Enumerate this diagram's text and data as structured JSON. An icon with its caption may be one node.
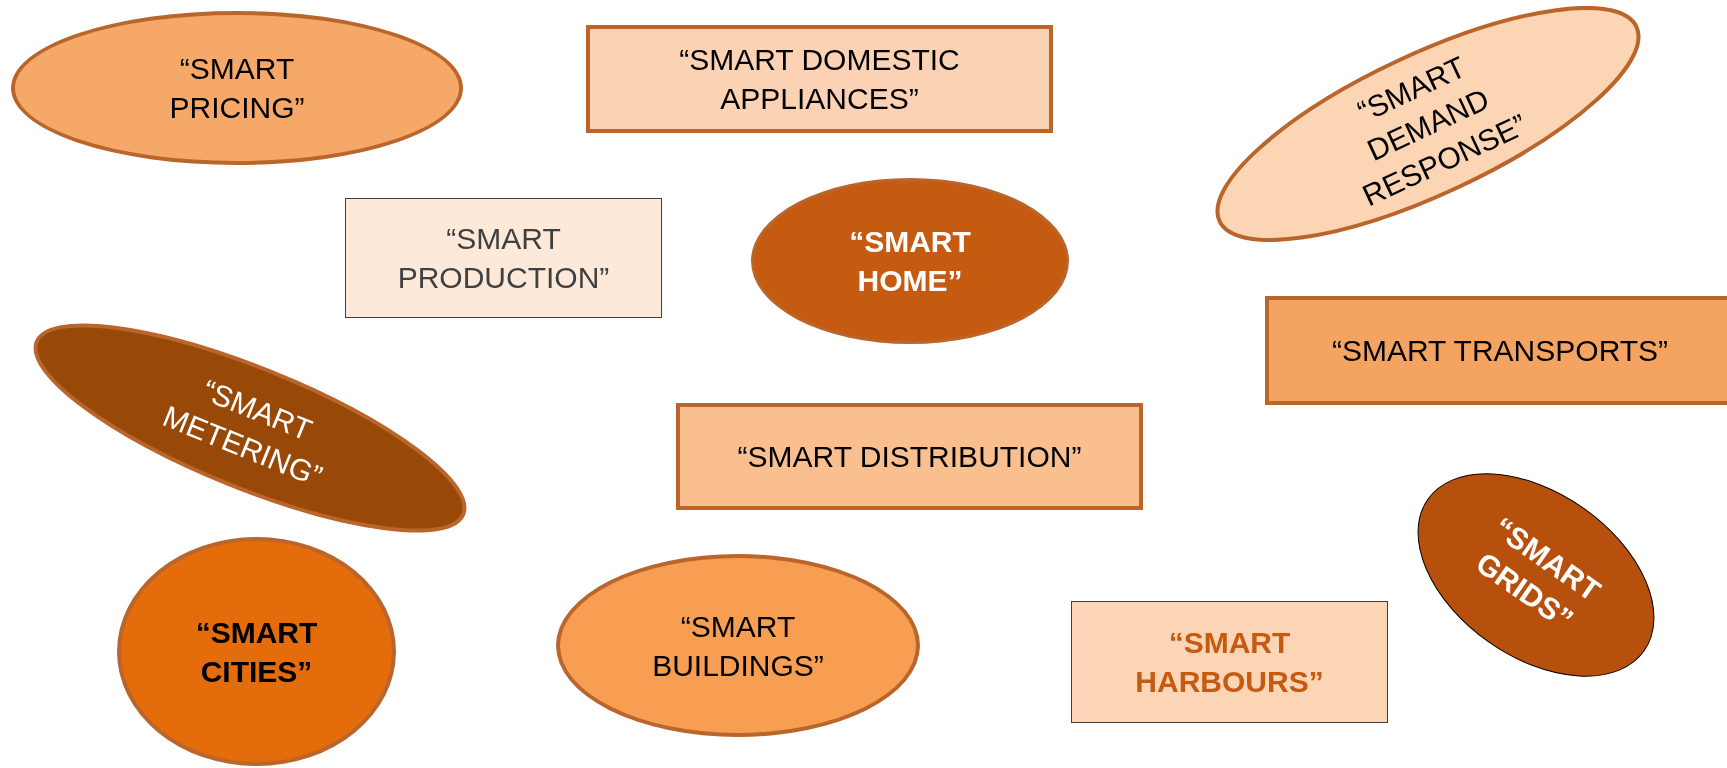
{
  "diagram": {
    "nodes": [
      {
        "text": [
          "“SMART PRICING”"
        ]
      },
      {
        "text": [
          "“SMART DOMESTIC APPLIANCES”"
        ]
      },
      {
        "text": [
          "“SMART DEMAND RESPONSE”"
        ]
      },
      {
        "text": [
          "“SMART PRODUCTION”"
        ]
      },
      {
        "text": [
          "“SMART HOME”"
        ]
      },
      {
        "text": [
          "“SMART TRANSPORTS”"
        ]
      },
      {
        "text": [
          "“SMART METERING”"
        ]
      },
      {
        "text": [
          "“SMART DISTRIBUTION”"
        ]
      },
      {
        "text": [
          "“SMART CITIES”"
        ]
      },
      {
        "text": [
          "“SMART BUILDINGS”"
        ]
      },
      {
        "text": [
          "“SMART HARBOURS”"
        ]
      },
      {
        "text": [
          "“SMART GRIDS”"
        ]
      }
    ]
  }
}
